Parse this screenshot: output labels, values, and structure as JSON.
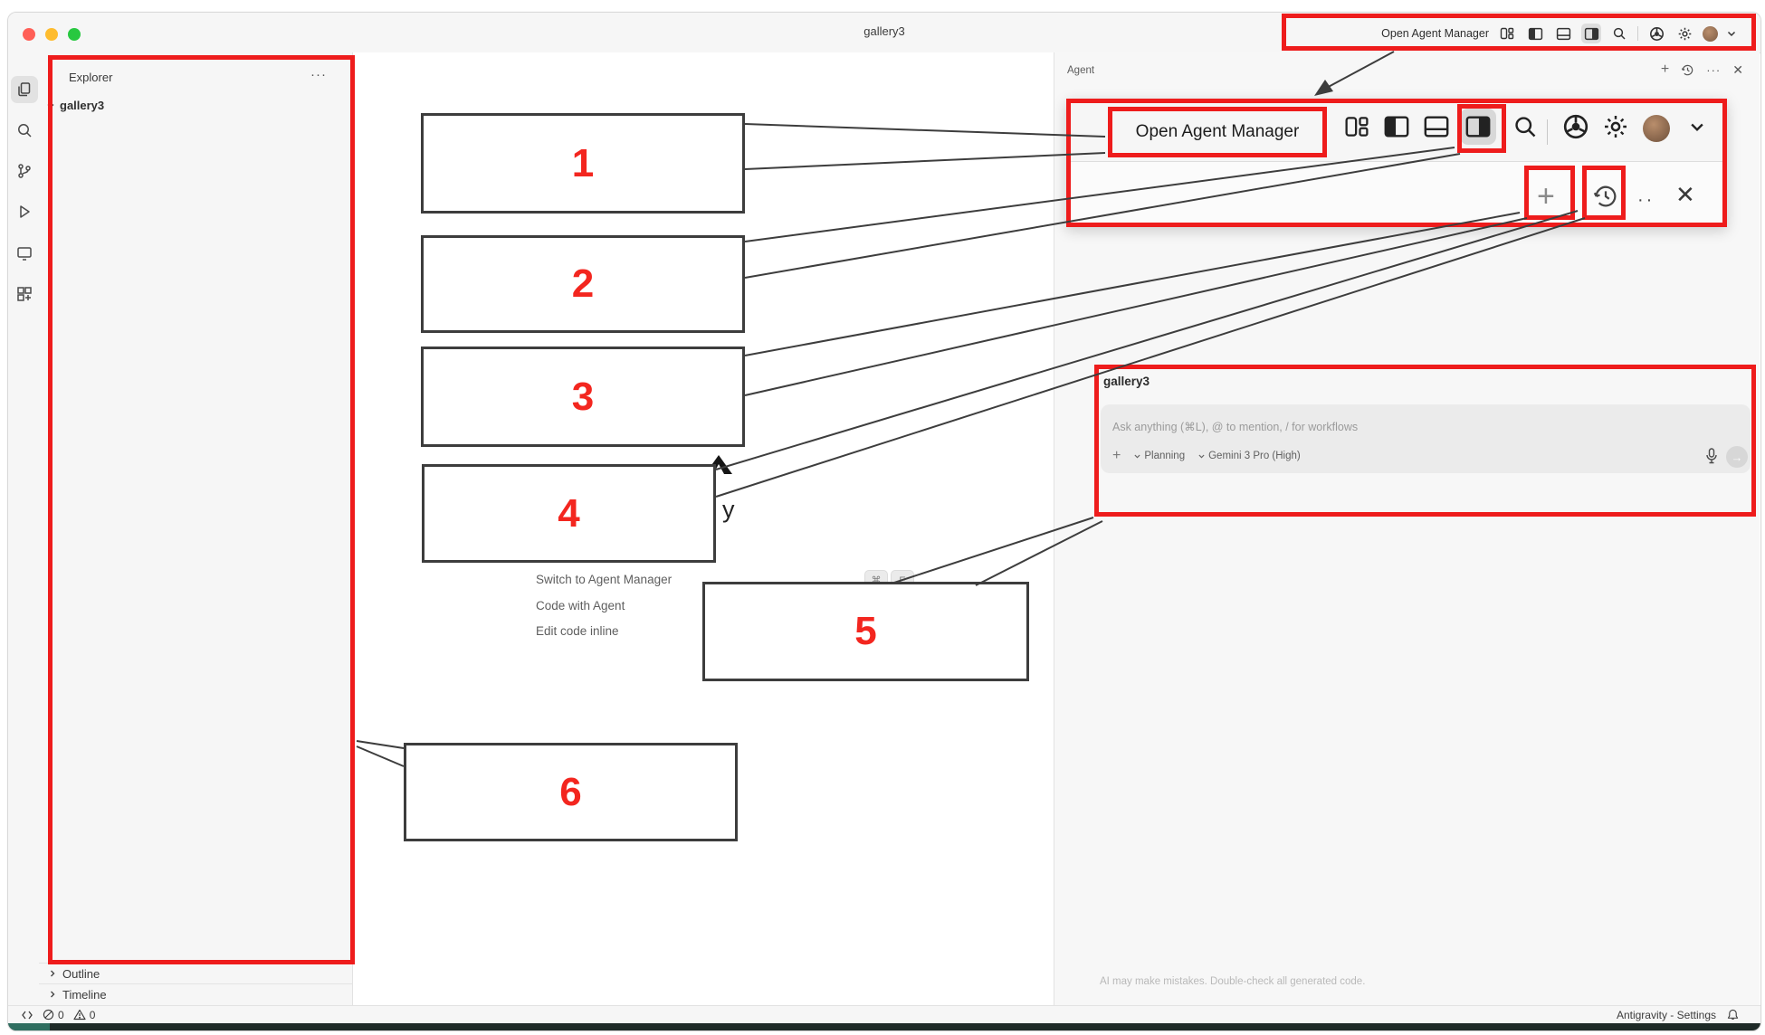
{
  "window": {
    "title": "gallery3"
  },
  "titlebar": {
    "toolbar_label": "Open Agent Manager"
  },
  "sidebar": {
    "header": "Explorer",
    "tree_root": "gallery3",
    "outline_label": "Outline",
    "timeline_label": "Timeline"
  },
  "editor": {
    "heading_fragment": "y",
    "menu_items": [
      "Switch to Agent Manager",
      "Code with Agent",
      "Edit code inline"
    ],
    "shortcut": {
      "mod": "⌘",
      "key": "E"
    }
  },
  "callouts": [
    {
      "label": "1"
    },
    {
      "label": "2"
    },
    {
      "label": "3"
    },
    {
      "label": "4"
    },
    {
      "label": "5"
    },
    {
      "label": "6"
    }
  ],
  "agent_panel": {
    "title": "Agent",
    "overlay": {
      "button_label": "Open Agent Manager"
    },
    "session": {
      "name": "gallery3",
      "placeholder": "Ask anything (⌘L), @ to mention, / for workflows",
      "mode": "Planning",
      "model": "Gemini 3 Pro (High)"
    },
    "disclaimer": "AI may make mistakes. Double-check all generated code."
  },
  "status_bar": {
    "error_count": "0",
    "warning_count": "0",
    "right_label": "Antigravity - Settings"
  },
  "colors": {
    "annotation_red": "#ee1c1c",
    "callout_number_red": "#f3261f",
    "callout_border": "#3d3d3d",
    "traffic_red": "#ff5f57",
    "traffic_yellow": "#febc2e",
    "traffic_green": "#28c840"
  }
}
